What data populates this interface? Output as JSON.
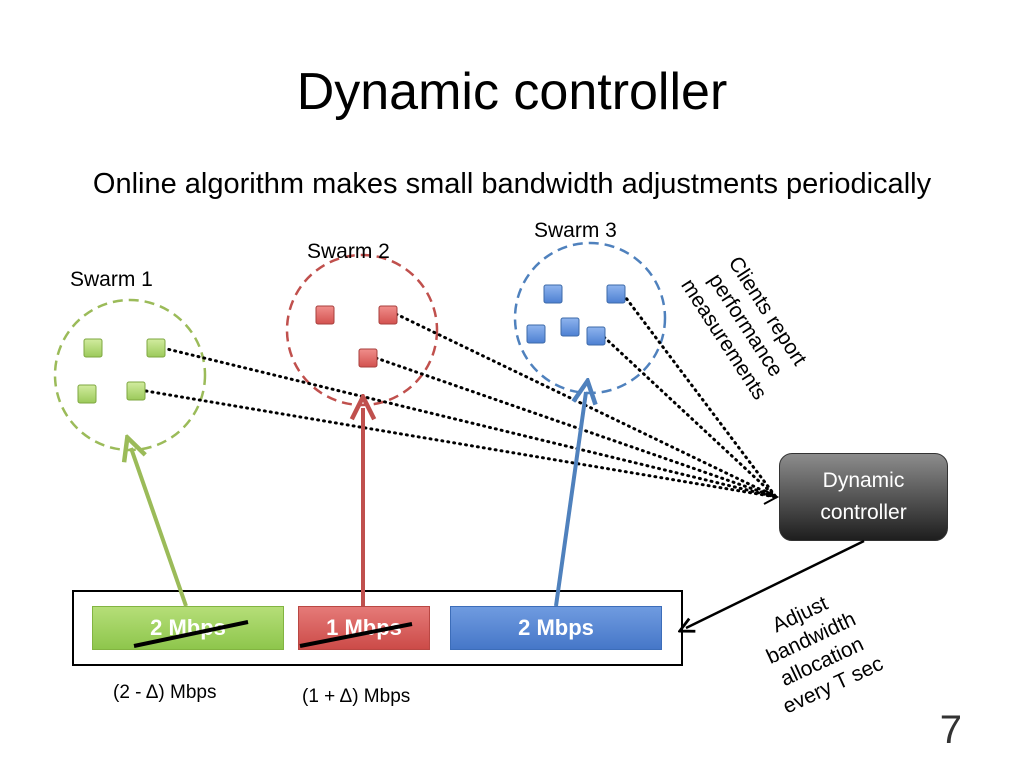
{
  "slide": {
    "title": "Dynamic controller",
    "subtitle": "Online algorithm makes small bandwidth adjustments periodically",
    "page_number": "7"
  },
  "swarms": [
    {
      "label": "Swarm 1",
      "color": "#9bbb59"
    },
    {
      "label": "Swarm 2",
      "color": "#c0504d"
    },
    {
      "label": "Swarm 3",
      "color": "#4f81bd"
    }
  ],
  "controller": {
    "line1": "Dynamic",
    "line2": "controller"
  },
  "reports_note": {
    "line1": "Clients report",
    "line2": "performance",
    "line3": "measurements"
  },
  "adjust_note": {
    "line1": "Adjust",
    "line2": "bandwidth",
    "line3": "allocation",
    "line4": "every T sec"
  },
  "allocation": {
    "bars": [
      {
        "label": "2 Mbps",
        "color": "#8ec64c",
        "struck": true
      },
      {
        "label": "1 Mbps",
        "color": "#cc4b48",
        "struck": true
      },
      {
        "label": "2 Mbps",
        "color": "#4677c8",
        "struck": false
      }
    ],
    "new_values": [
      "(2 - Δ) Mbps",
      "(1 + Δ) Mbps"
    ]
  }
}
